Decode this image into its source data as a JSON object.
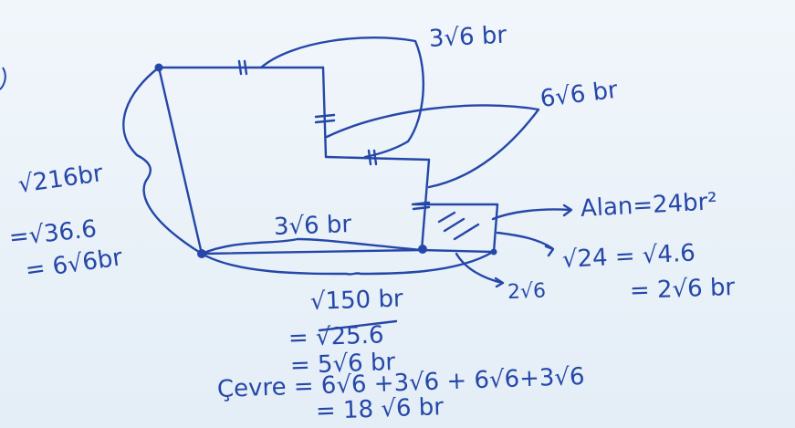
{
  "colors": {
    "ink": "#2547a8",
    "paper": "#eef4fa"
  },
  "labels": {
    "top_segment": "3√6 br",
    "diagonal_segment": "6√6 br",
    "left_side_1": "√216br",
    "left_side_2": "=√36.6",
    "left_side_3": "= 6√6br",
    "bottom_segment": "3√6 br",
    "area": "Alan=24br²",
    "small_side": "2√6",
    "small_side_calc_1": "√24 = √4.6",
    "small_side_calc_2": "= 2√6 br",
    "bottom_total_1": "√150 br",
    "bottom_total_2": "= √25.6",
    "bottom_total_3": "= 5√6 br",
    "perimeter_1": "Çevre = 6√6 +3√6 + 6√6+3√6",
    "perimeter_2": "= 18 √6 br"
  }
}
